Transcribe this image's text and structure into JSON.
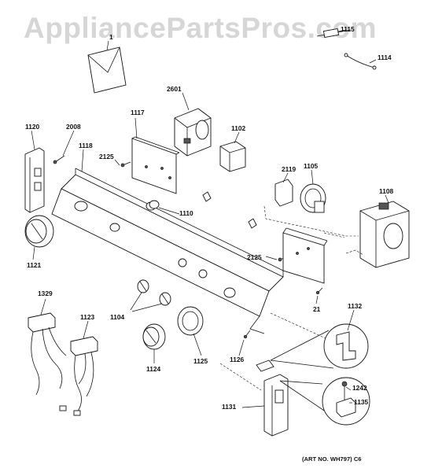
{
  "watermark": "AppliancePartsPros.com",
  "caption": "(ART NO. WH797) C6",
  "labels": {
    "p1": "1",
    "p1115": "1115",
    "p1114": "1114",
    "p2601": "2601",
    "p1117": "1117",
    "p1102": "1102",
    "p1120": "1120",
    "p2008": "2008",
    "p1118": "1118",
    "p2125a": "2125",
    "p2119": "2119",
    "p1105": "1105",
    "p1108": "1108",
    "p1110": "1110",
    "p2125b": "2125",
    "p1121": "1121",
    "p1329": "1329",
    "p1123": "1123",
    "p1104": "1104",
    "p21": "21",
    "p1132": "1132",
    "p1126": "1126",
    "p1124": "1124",
    "p1125": "1125",
    "p1242": "1242",
    "p1135": "1135",
    "p1131": "1131"
  },
  "colors": {
    "line": "#111111",
    "watermark": "#d6d6d6"
  }
}
